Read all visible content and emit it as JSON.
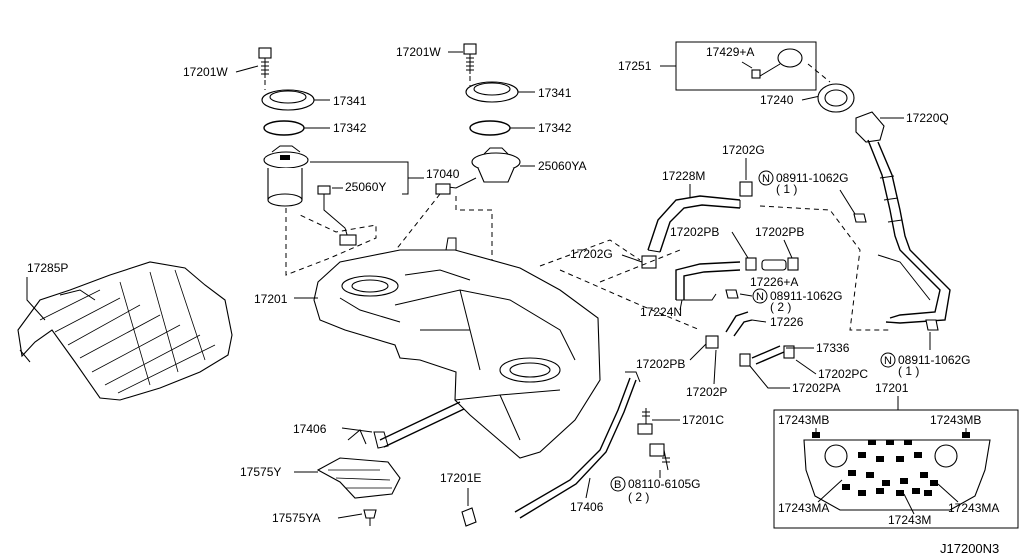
{
  "diagram": {
    "code": "J17200N3",
    "labels": {
      "p17201W_a": "17201W",
      "p17201W_b": "17201W",
      "p17341_a": "17341",
      "p17341_b": "17341",
      "p17342_a": "17342",
      "p17342_b": "17342",
      "p17040": "17040",
      "p25060Y": "25060Y",
      "p25060YA": "25060YA",
      "p17251": "17251",
      "p17429A": "17429+A",
      "p17240": "17240",
      "p17220Q": "17220Q",
      "p17202G_a": "17202G",
      "p17228M": "17228M",
      "nut_a": "08911-1062G",
      "nut_a_qty": "( 1 )",
      "p17202PB_a": "17202PB",
      "p17202PB_b": "17202PB",
      "p17202G_b": "17202G",
      "p17226A": "17226+A",
      "p17285P": "17285P",
      "p17201": "17201",
      "p17224N": "17224N",
      "nut_b": "08911-1062G",
      "nut_b_qty": "( 2 )",
      "p17226": "17226",
      "p17202PB_c": "17202PB",
      "p17336": "17336",
      "p17202PC": "17202PC",
      "nut_c": "08911-1062G",
      "nut_c_qty": "( 1 )",
      "p17202P": "17202P",
      "p17202PA": "17202PA",
      "p17201_inset": "17201",
      "p17406_a": "17406",
      "p17201C": "17201C",
      "p17575Y": "17575Y",
      "p17201E": "17201E",
      "bolt": "08110-6105G",
      "bolt_qty": "( 2 )",
      "p17406_b": "17406",
      "p17575YA": "17575YA",
      "inset_17243MB_a": "17243MB",
      "inset_17243MB_b": "17243MB",
      "inset_17243MA_a": "17243MA",
      "inset_17243MA_b": "17243MA",
      "inset_17243M": "17243M",
      "symbol_N": "N",
      "symbol_B": "B"
    }
  }
}
